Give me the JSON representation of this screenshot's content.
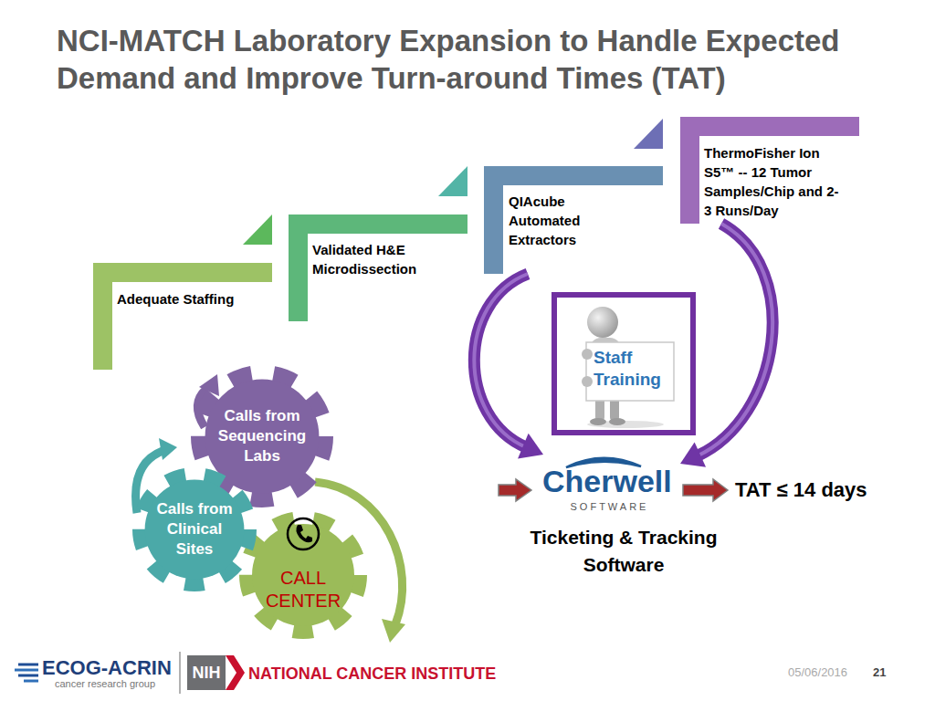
{
  "diagram": {
    "title": "NCI-MATCH Laboratory Expansion to Handle Expected Demand and Improve Turn-around Times (TAT)",
    "nodes": [
      {
        "text": [
          "Adequate Staffing"
        ]
      },
      {
        "text": [
          "Validated H&E Microdissection"
        ]
      },
      {
        "text": [
          "QIAcube Automated Extractors"
        ]
      },
      {
        "text": [
          "ThermoFisher Ion S5™ -- 12 Tumor Samples/Chip and 2-3 Runs/Day"
        ]
      },
      {
        "text": [
          "Staff Training"
        ]
      },
      {
        "text": [
          "Calls from Sequencing Labs"
        ]
      },
      {
        "text": [
          "Calls from Clinical Sites"
        ]
      },
      {
        "text": [
          "CALL CENTER"
        ]
      },
      {
        "text": [
          "Cherwell",
          "SOFTWARE",
          "Ticketing & Tracking Software"
        ]
      },
      {
        "text": [
          "TAT ≤ 14 days"
        ]
      }
    ],
    "edges": [
      {
        "from": 2,
        "to": 8,
        "arrow": "to"
      },
      {
        "from": 3,
        "to": 8,
        "arrow": "to"
      },
      {
        "from": 8,
        "to": 9,
        "arrow": "to"
      }
    ],
    "labels": [
      "ECOG-ACRIN",
      "cancer research group",
      "NIH",
      "NATIONAL CANCER INSTITUTE",
      "05/06/2016",
      "21"
    ]
  }
}
